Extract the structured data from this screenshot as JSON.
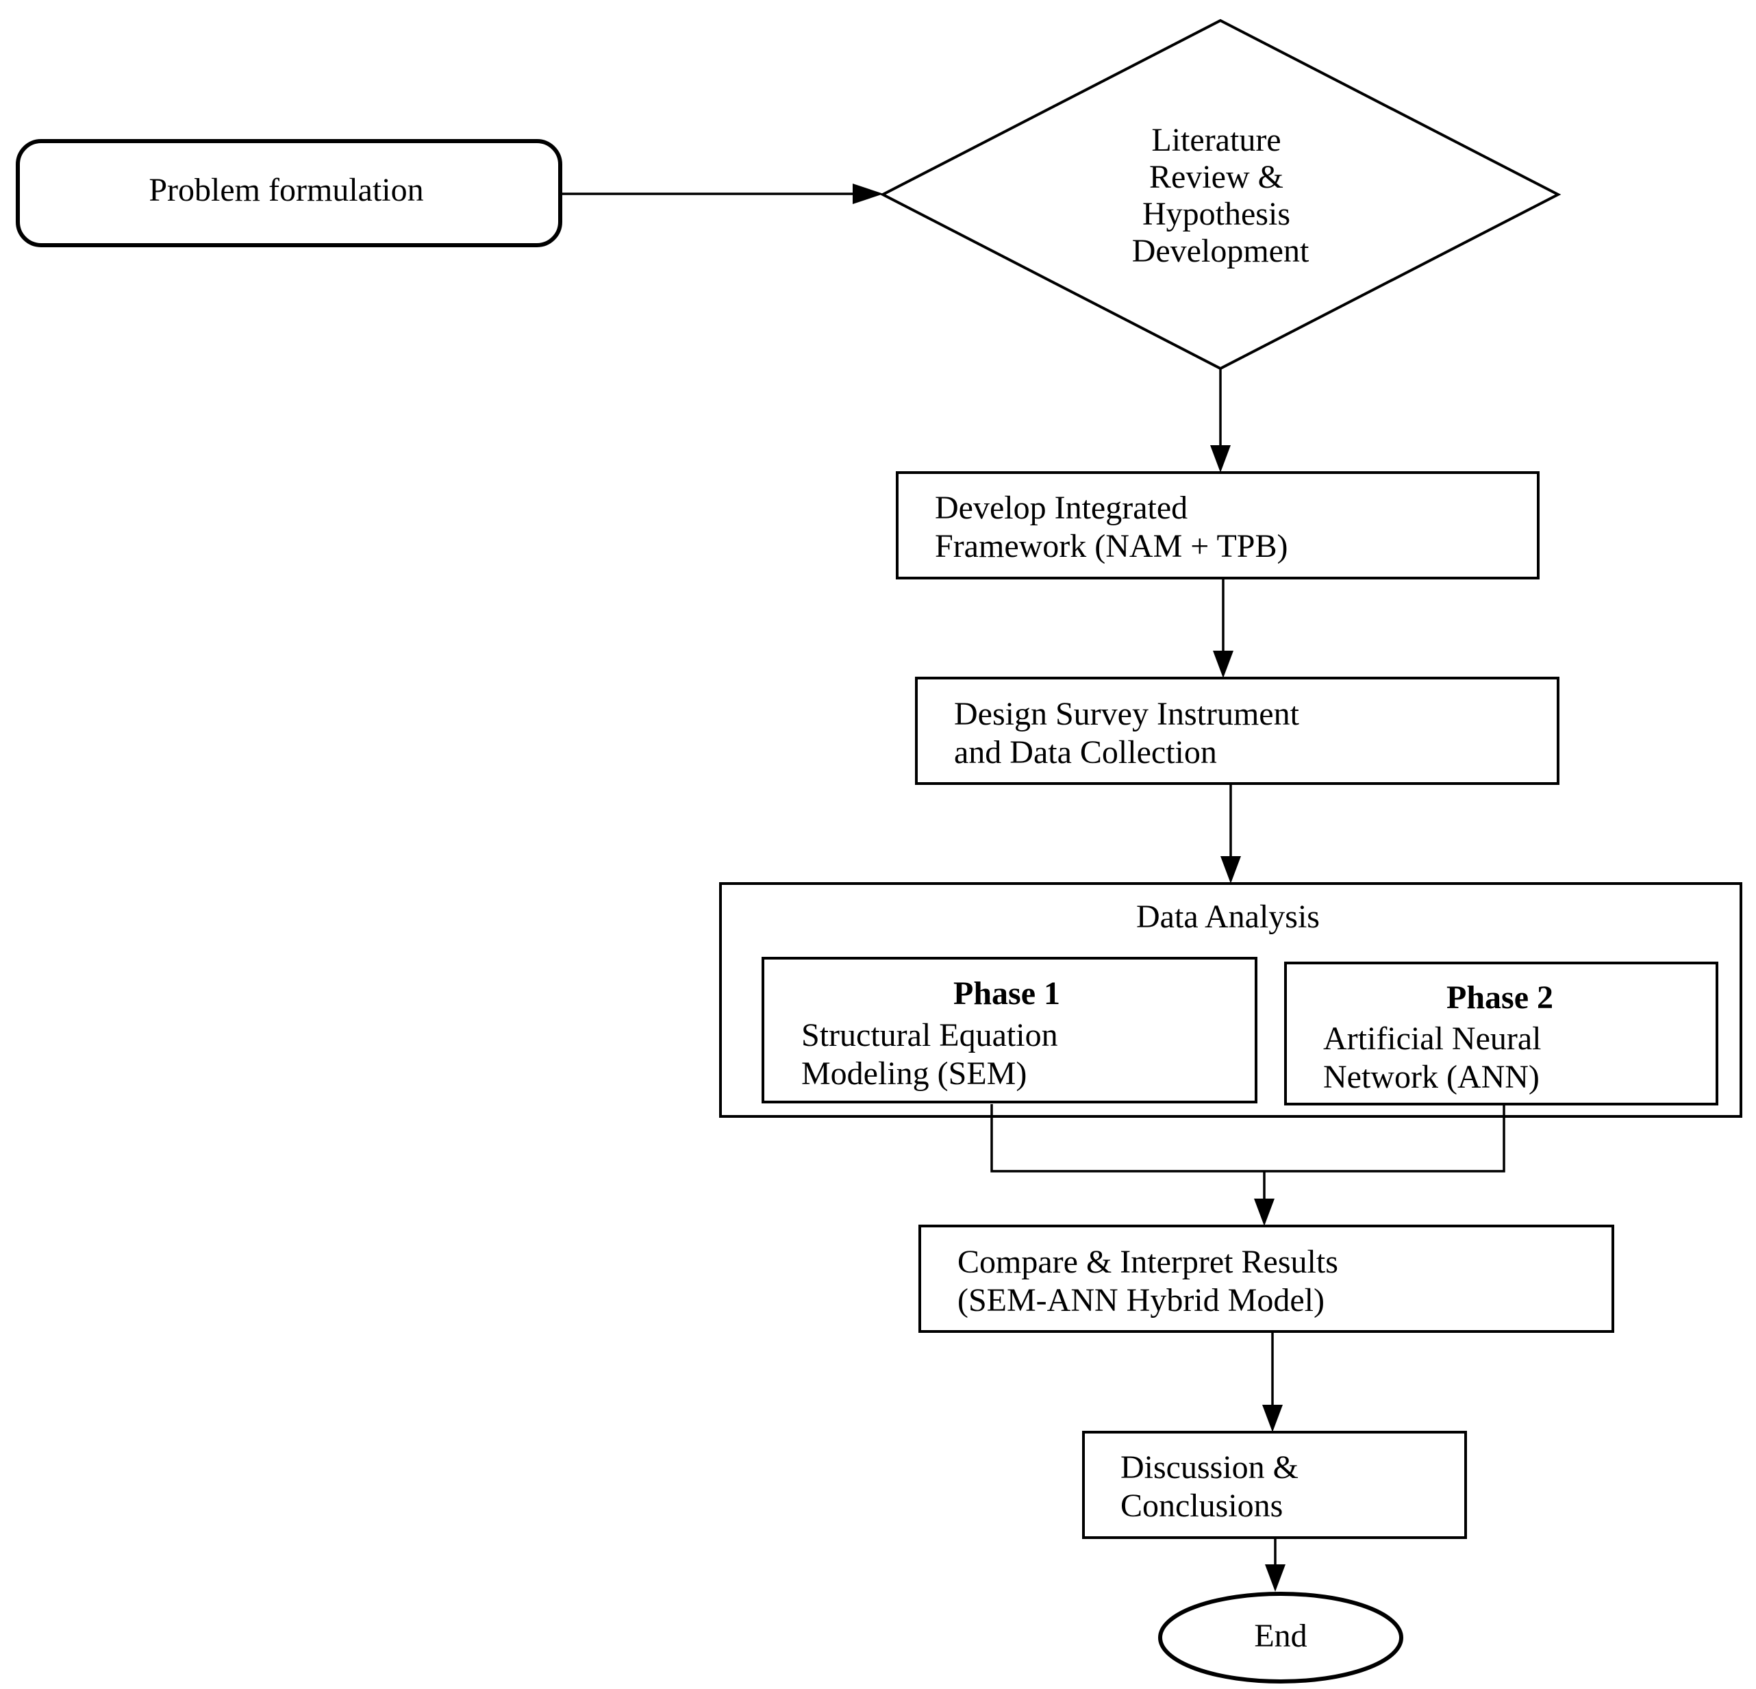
{
  "nodes": {
    "problem": {
      "label": "Problem formulation"
    },
    "literature": {
      "lines": [
        "Literature",
        "Review &",
        "Hypothesis",
        "Development"
      ]
    },
    "framework": {
      "lines": [
        "Develop Integrated",
        "Framework (NAM + TPB)"
      ]
    },
    "survey": {
      "lines": [
        "Design Survey Instrument",
        "and Data Collection"
      ]
    },
    "analysis": {
      "title": "Data Analysis",
      "phase1": {
        "heading": "Phase 1",
        "lines": [
          "Structural Equation",
          "Modeling (SEM)"
        ]
      },
      "phase2": {
        "heading": "Phase 2",
        "lines": [
          "Artificial Neural",
          "Network (ANN)"
        ]
      }
    },
    "compare": {
      "lines": [
        "Compare & Interpret Results",
        "(SEM-ANN Hybrid Model)"
      ]
    },
    "discussion": {
      "lines": [
        "Discussion &",
        "Conclusions"
      ]
    },
    "end": {
      "label": "End"
    }
  }
}
